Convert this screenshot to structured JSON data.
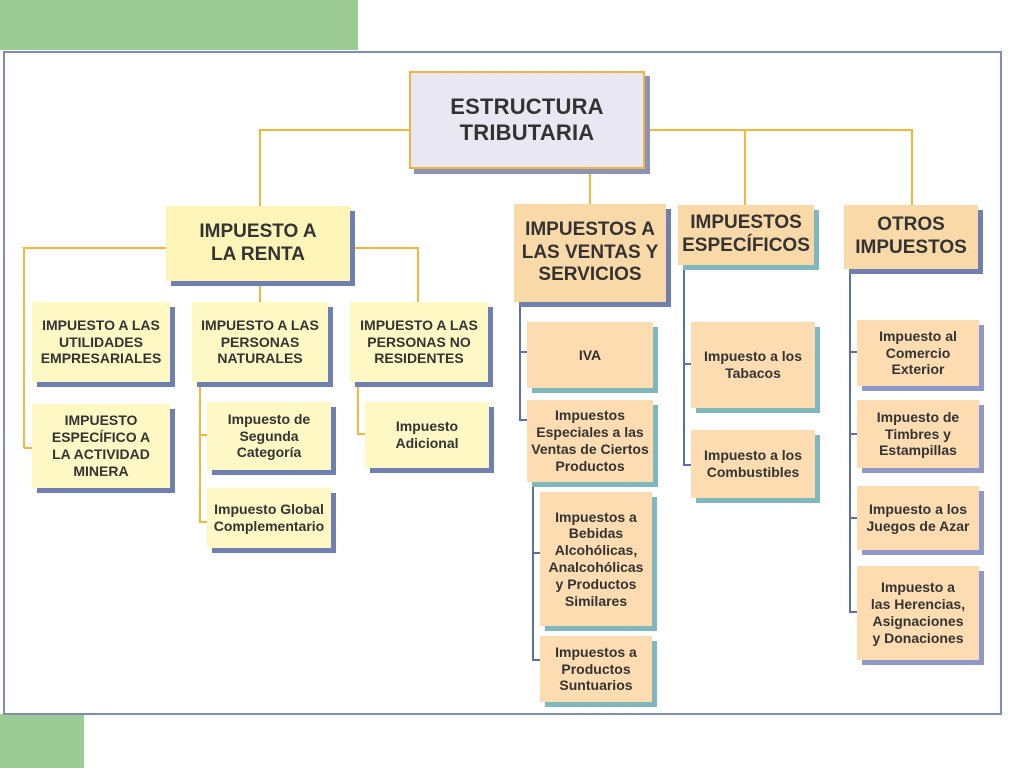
{
  "diagram": {
    "root": "ESTRUCTURA\nTRIBUTARIA",
    "renta": {
      "label": "IMPUESTO A\nLA RENTA",
      "utilidades": "IMPUESTO A LAS\nUTILIDADES\nEMPRESARIALES",
      "especifico_minera": "IMPUESTO\nESPECÍFICO A\nLA ACTIVIDAD\nMINERA",
      "personas_naturales": "IMPUESTO A LAS\nPERSONAS\nNATURALES",
      "segunda_categoria": "Impuesto de\nSegunda\nCategoría",
      "global_complementario": "Impuesto Global\nComplementario",
      "no_residentes": "IMPUESTO A LAS\nPERSONAS NO\nRESIDENTES",
      "adicional": "Impuesto\nAdicional"
    },
    "ventas": {
      "label": "IMPUESTOS A\nLAS VENTAS Y\nSERVICIOS",
      "iva": "IVA",
      "especiales": "Impuestos\nEspeciales a las\nVentas de Ciertos\nProductos",
      "bebidas": "Impuestos a\nBebidas\nAlcohólicas,\nAnalcohólicas\ny Productos\nSimilares",
      "suntuarios": "Impuestos a\nProductos\nSuntuarios"
    },
    "especificos": {
      "label": "IMPUESTOS\nESPECÍFICOS",
      "tabacos": "Impuesto a los\nTabacos",
      "combustibles": "Impuesto a los\nCombustibles"
    },
    "otros": {
      "label": "OTROS\nIMPUESTOS",
      "comercio_exterior": "Impuesto al\nComercio\nExterior",
      "timbres": "Impuesto de\nTimbres y\nEstampillas",
      "juegos_azar": "Impuesto a los\nJuegos de Azar",
      "herencias": "Impuesto a\nlas Herencias,\nAsignaciones\ny Donaciones"
    }
  }
}
